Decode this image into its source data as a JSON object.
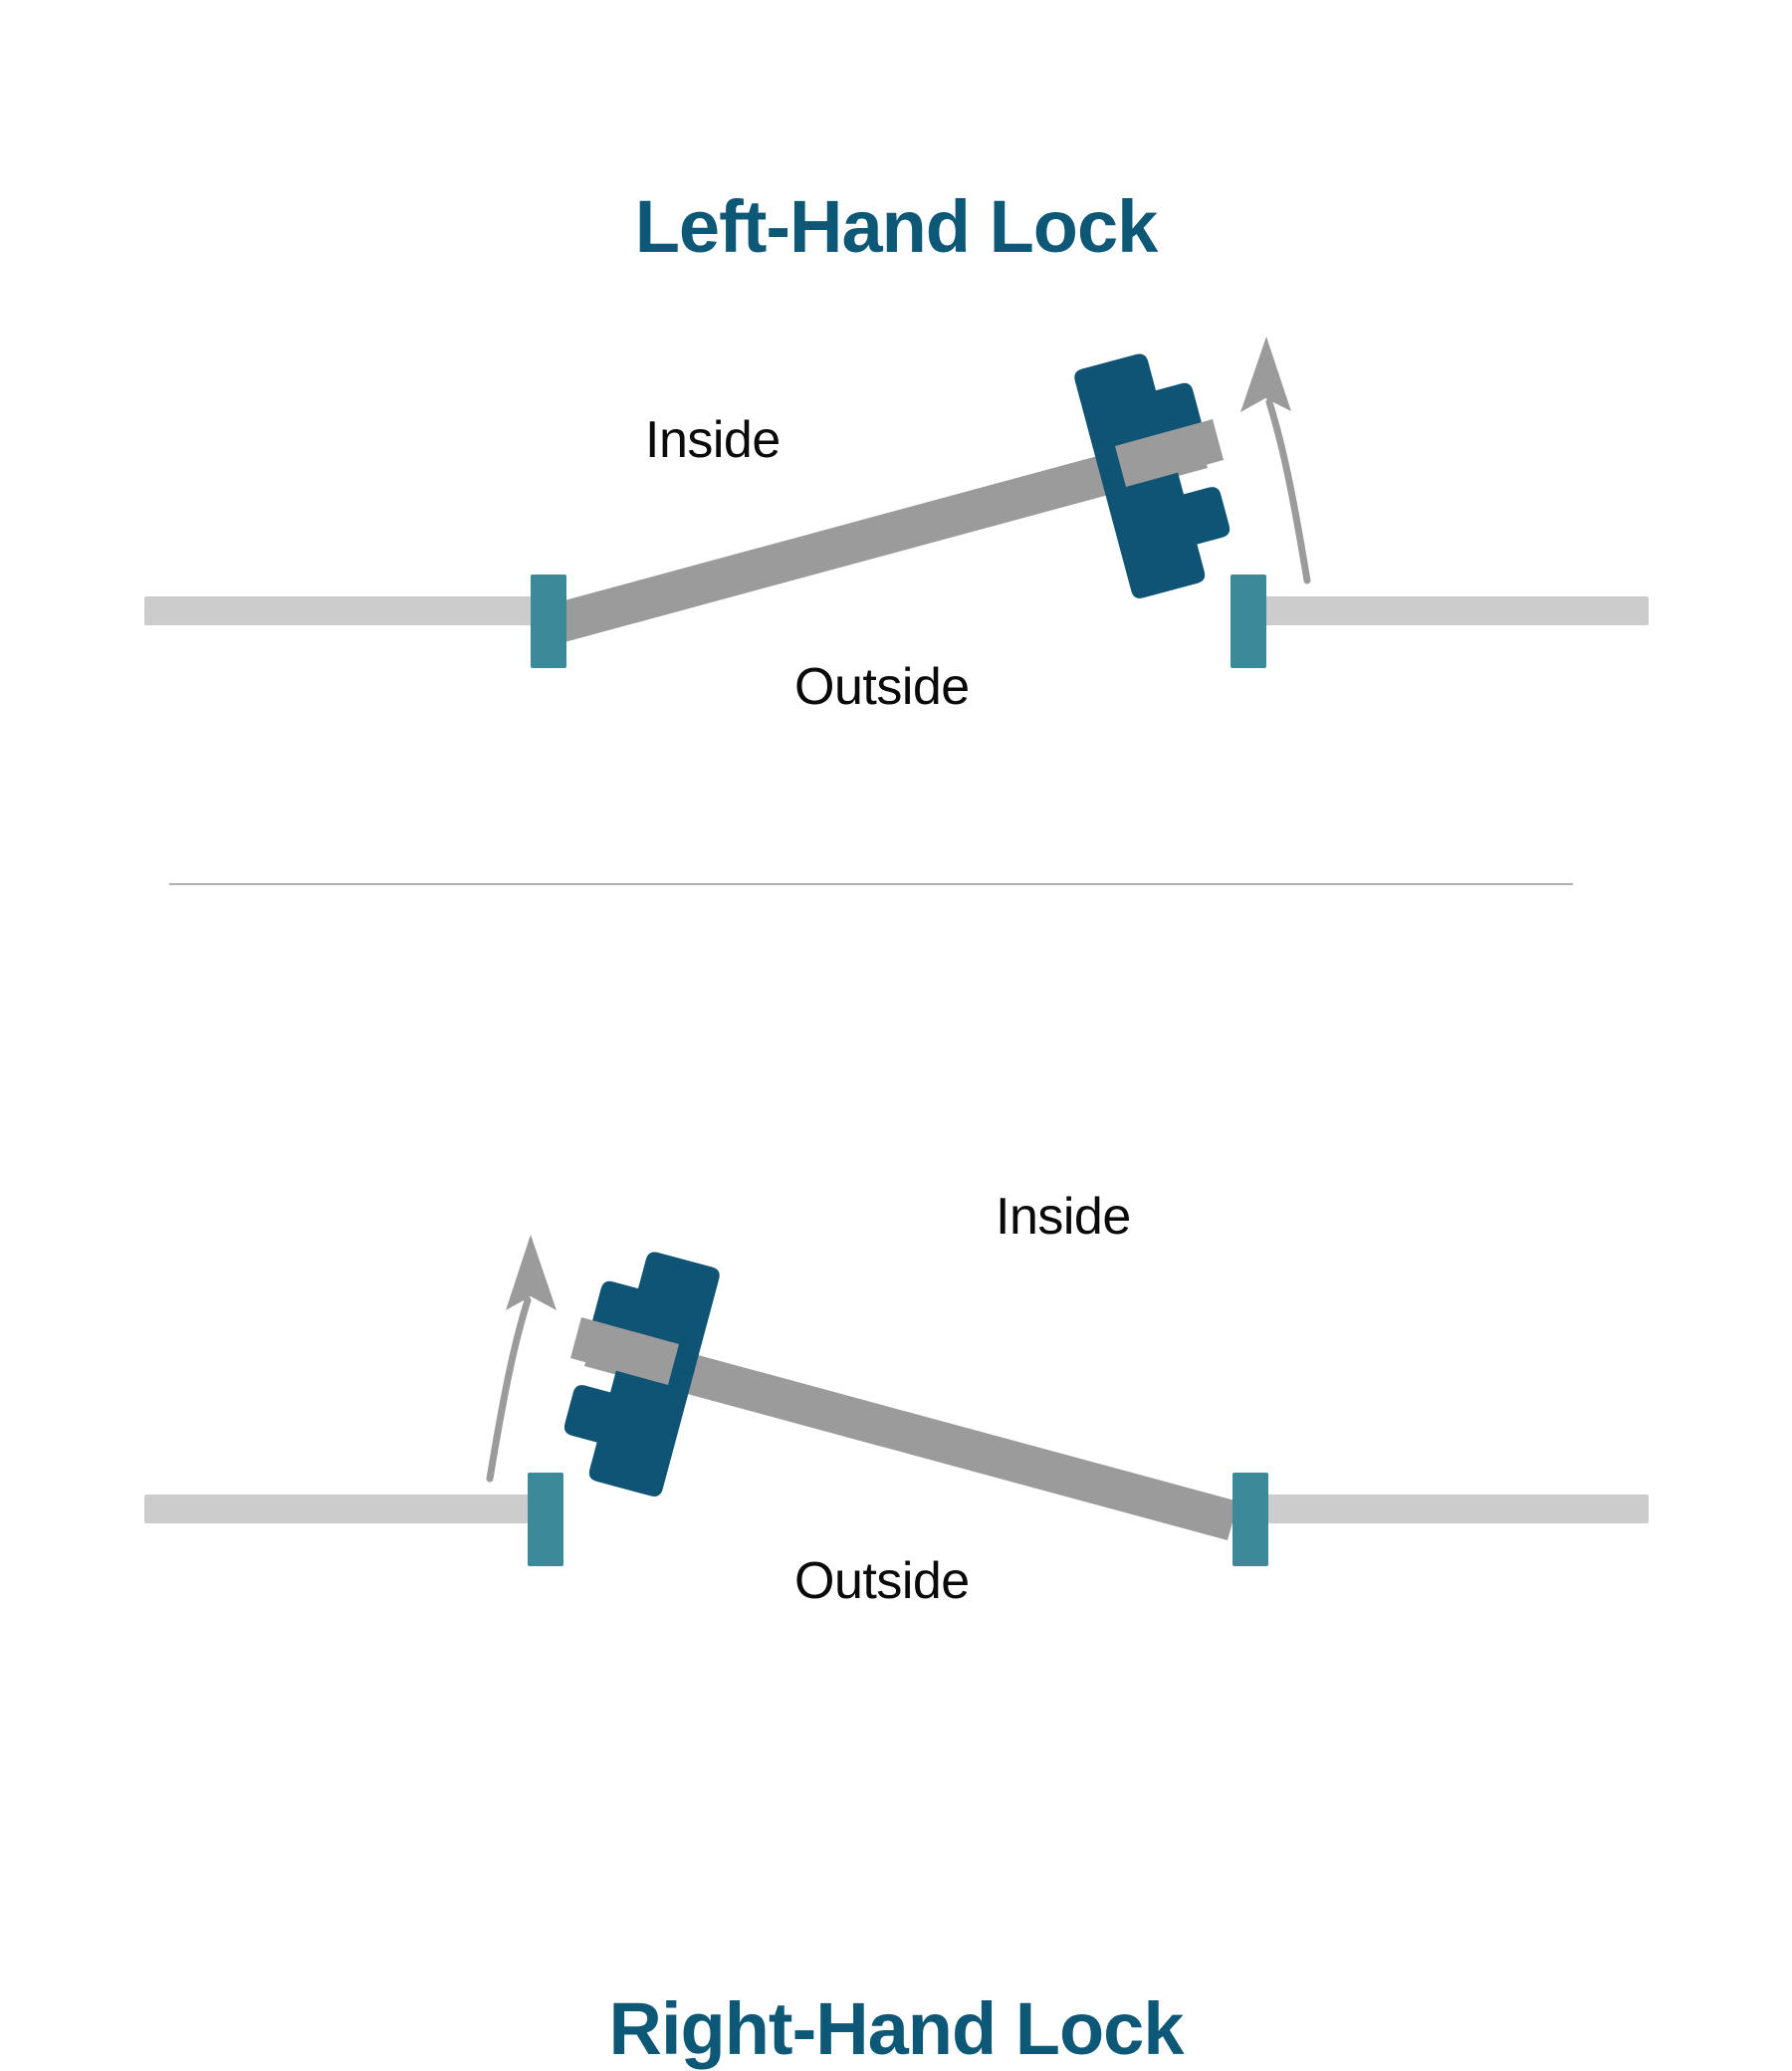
{
  "figure": {
    "background": "#ffffff",
    "title_color": "#0d5877",
    "wall_color": "#cccccc",
    "door_color": "#9b9b9b",
    "hinge_color": "#3a8a9a",
    "lock_color": "#0f5375",
    "arrow_color": "#9b9b9b",
    "divider_color": "#b0b0b0",
    "label_color": "#0a0a0a"
  },
  "panels": [
    {
      "id": "left-hand-lock",
      "title": "Left-Hand Lock",
      "labels": {
        "inside": "Inside",
        "outside": "Outside"
      },
      "hinge_side": "left",
      "lock_side": "right",
      "swing_direction": "up-right"
    },
    {
      "id": "right-hand-lock",
      "title": "Right-Hand Lock",
      "labels": {
        "inside": "Inside",
        "outside": "Outside"
      },
      "hinge_side": "right",
      "lock_side": "left",
      "swing_direction": "up-left"
    }
  ],
  "icons": {
    "lock": "lock-icon",
    "hinge": "hinge-icon",
    "wall": "wall-segment-icon",
    "door": "door-panel-icon",
    "swing_arrow": "curved-arrow-icon",
    "divider": "section-divider"
  }
}
